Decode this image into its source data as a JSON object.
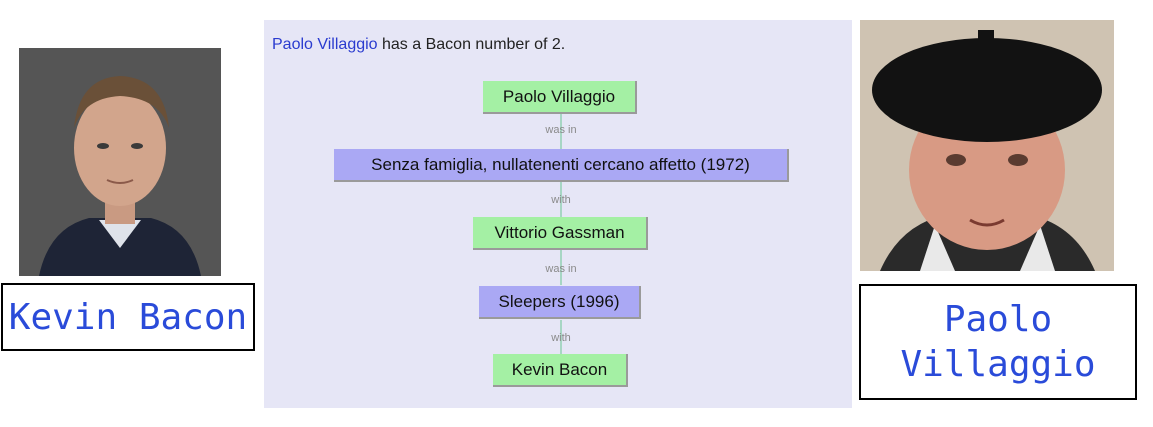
{
  "left_person": {
    "name": "Kevin Bacon"
  },
  "right_person": {
    "name": "Paolo Villaggio"
  },
  "result": {
    "person_link": "Paolo Villaggio",
    "text": " has a Bacon number of 2."
  },
  "chain": {
    "nodes": [
      {
        "label": "Paolo Villaggio",
        "kind": "actor"
      },
      {
        "label": "Senza famiglia, nullatenenti cercano affetto (1972)",
        "kind": "movie"
      },
      {
        "label": "Vittorio Gassman",
        "kind": "actor"
      },
      {
        "label": "Sleepers (1996)",
        "kind": "movie"
      },
      {
        "label": "Kevin Bacon",
        "kind": "actor"
      }
    ],
    "edges": [
      "was in",
      "with",
      "was in",
      "with"
    ]
  },
  "colors": {
    "actor_node": "#a4f0a4",
    "movie_node": "#aaa8f4",
    "panel_bg": "#e6e6f6",
    "caption_text": "#2a4bd9",
    "link": "#2a3bcf"
  }
}
